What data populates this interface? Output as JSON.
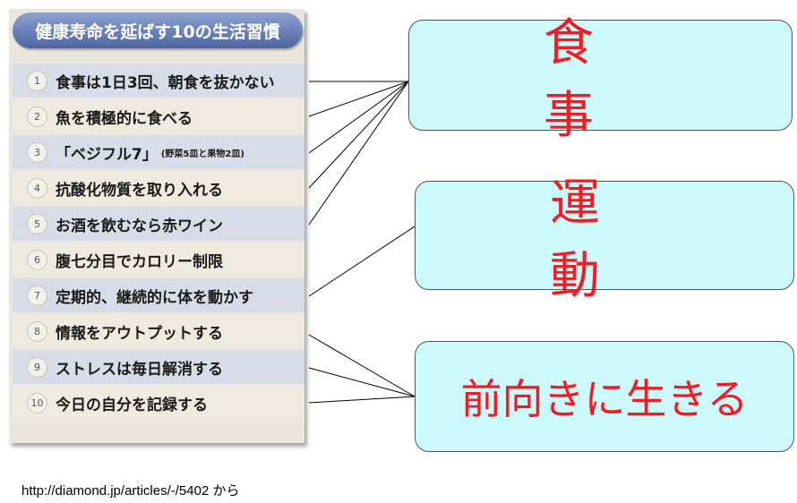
{
  "title": "健康寿命を延ばす10の生活習慣",
  "habits": [
    {
      "num": "1",
      "text": "食事は1日3回、朝食を抜かない",
      "note": ""
    },
    {
      "num": "2",
      "text": "魚を積極的に食べる",
      "note": ""
    },
    {
      "num": "3",
      "text": "「ベジフル7」",
      "note": "(野菜5皿と果物2皿)"
    },
    {
      "num": "4",
      "text": "抗酸化物質を取り入れる",
      "note": ""
    },
    {
      "num": "5",
      "text": "お酒を飲むなら赤ワイン",
      "note": ""
    },
    {
      "num": "6",
      "text": "腹七分目でカロリー制限",
      "note": ""
    },
    {
      "num": "7",
      "text": "定期的、継続的に体を動かす",
      "note": ""
    },
    {
      "num": "8",
      "text": "情報をアウトプットする",
      "note": ""
    },
    {
      "num": "9",
      "text": "ストレスは毎日解消する",
      "note": ""
    },
    {
      "num": "10",
      "text": "今日の自分を記録する",
      "note": ""
    }
  ],
  "categories": {
    "food": "食事",
    "exercise": "運動",
    "positive": "前向きに生きる"
  },
  "source": "http://diamond.jp/articles/-/5402  から"
}
